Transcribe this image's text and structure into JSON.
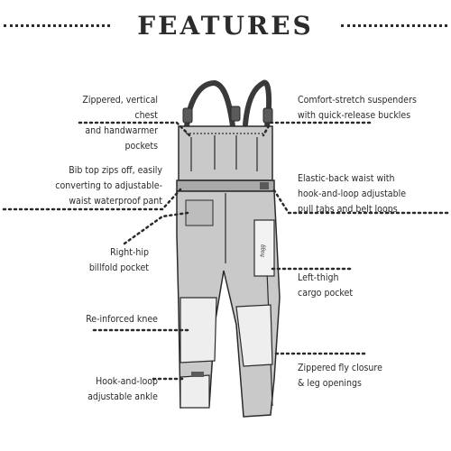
{
  "header": {
    "title": "FEATURES"
  },
  "callouts": {
    "chest_pockets": "Zippered, vertical chest\nand handwarmer pockets",
    "suspenders": "Comfort-stretch suspenders\nwith quick-release buckles",
    "bib_top": "Bib top zips off, easily\nconverting to adjustable-\nwaist waterproof pant",
    "elastic_waist": "Elastic-back waist with\nhook-and-loop adjustable\npull tabs and belt loops",
    "hip_pocket": "Right-hip\nbillfold pocket",
    "thigh_pocket": "Left-thigh\ncargo pocket",
    "knee": "Re-inforced knee",
    "ankle": "Hook-and-loop\nadjustable ankle",
    "fly": "Zippered fly closure\n& leg openings"
  },
  "product": {
    "brand_label": "frogg"
  },
  "colors": {
    "ink": "#2b2b2b",
    "fabric": "#c9c9c9",
    "fabric_dark": "#a9a9a9",
    "knee": "#eeeeee",
    "strap": "#3a3a3a"
  }
}
